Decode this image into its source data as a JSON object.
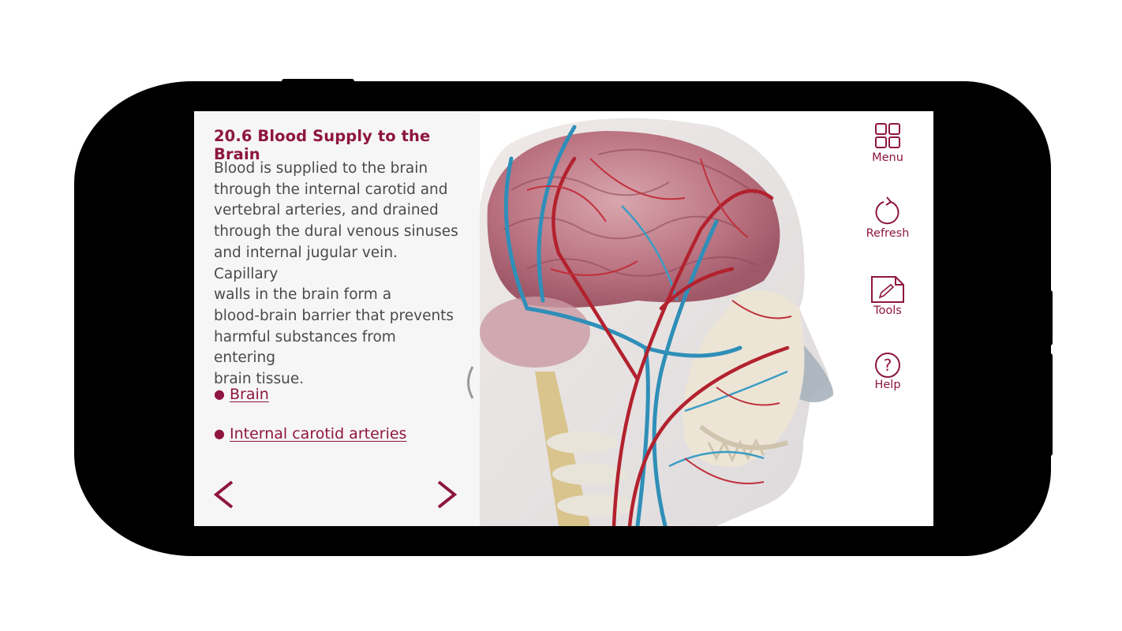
{
  "lesson": {
    "title": "20.6 Blood Supply to the Brain",
    "lines": [
      "Blood is supplied to the brain",
      "through the internal carotid and",
      "vertebral arteries, and drained",
      "through the dural venous sinuses",
      "and internal jugular vein. Capillary",
      "walls in the brain form a",
      "blood-brain barrier that prevents",
      "harmful substances from entering",
      "brain tissue."
    ],
    "links": [
      "Brain",
      "Internal carotid arteries"
    ],
    "bullet": "●"
  },
  "toolbar": {
    "menu": "Menu",
    "refresh": "Refresh",
    "tools": "Tools",
    "help": "Help",
    "help_glyph": "?"
  },
  "icons": {
    "prev": "chevron-left-icon",
    "next": "chevron-right-icon",
    "collapse": "collapse-panel-icon",
    "menu": "grid-icon",
    "refresh": "refresh-icon",
    "tools": "pencil-note-icon",
    "help": "question-icon"
  },
  "colors": {
    "accent": "#8e1640",
    "text": "#4a4a4a",
    "panel_bg": "#f6f6f6",
    "device": "#000000"
  }
}
